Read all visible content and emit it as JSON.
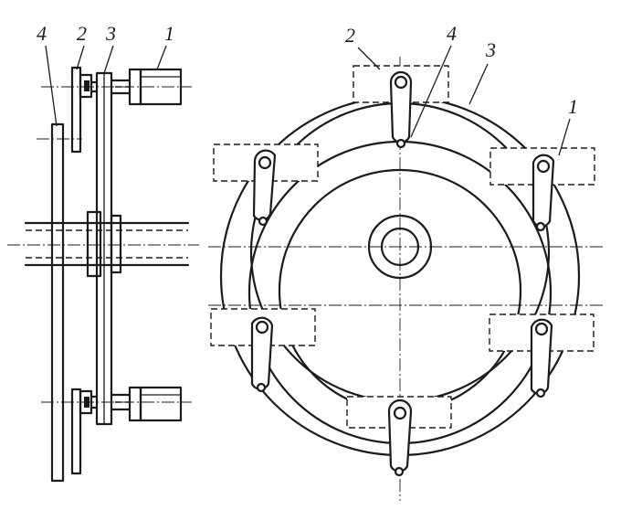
{
  "side_view": {
    "labels": [
      "4",
      "2",
      "3",
      "1"
    ]
  },
  "front_view": {
    "labels": [
      "2",
      "4",
      "3",
      "1"
    ]
  },
  "colors": {
    "ink": "#1b1b1b",
    "paper": "#ffffff"
  }
}
